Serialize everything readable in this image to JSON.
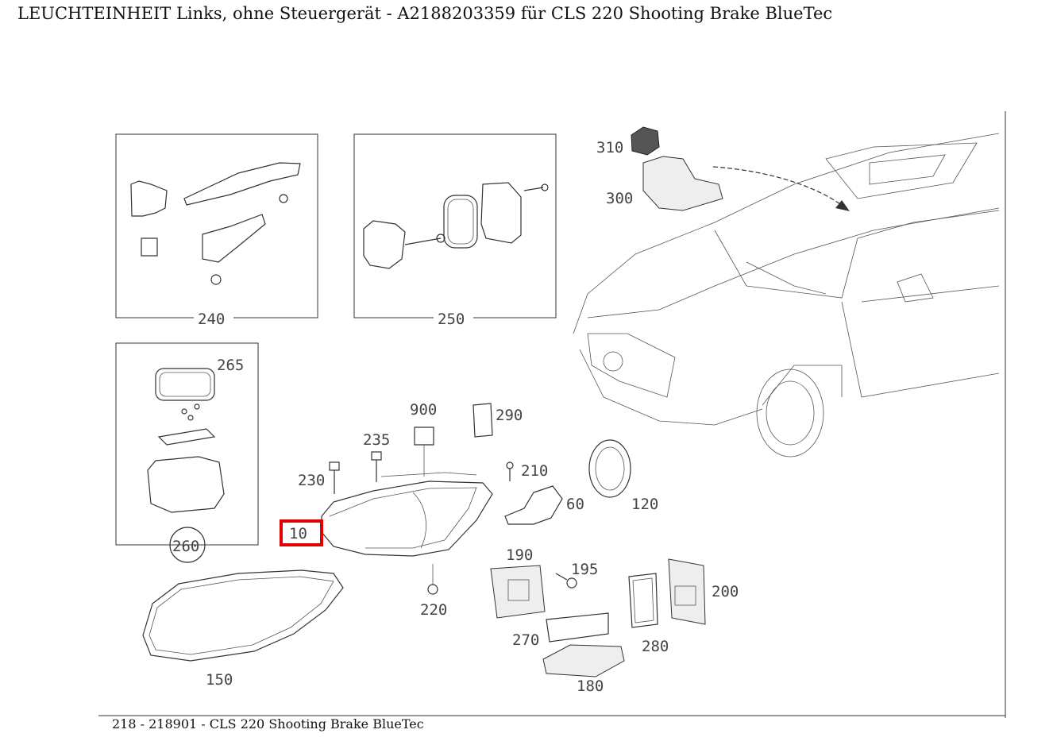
{
  "page": {
    "title": "LEUCHTEINHEIT Links, ohne Steuergerät - A2188203359 für CLS 220 Shooting Brake BlueTec",
    "footer": "218 - 218901 - CLS 220 Shooting Brake BlueTec"
  },
  "diagram": {
    "highlight_color": "#e00000",
    "highlighted_part": "10",
    "labels": {
      "p10": "10",
      "p60": "60",
      "p120": "120",
      "p150": "150",
      "p180": "180",
      "p190": "190",
      "p195": "195",
      "p200": "200",
      "p210": "210",
      "p220": "220",
      "p230": "230",
      "p235": "235",
      "p240": "240",
      "p250": "250",
      "p260": "260",
      "p265": "265",
      "p270": "270",
      "p280": "280",
      "p290": "290",
      "p300": "300",
      "p310": "310",
      "p900": "900"
    }
  }
}
